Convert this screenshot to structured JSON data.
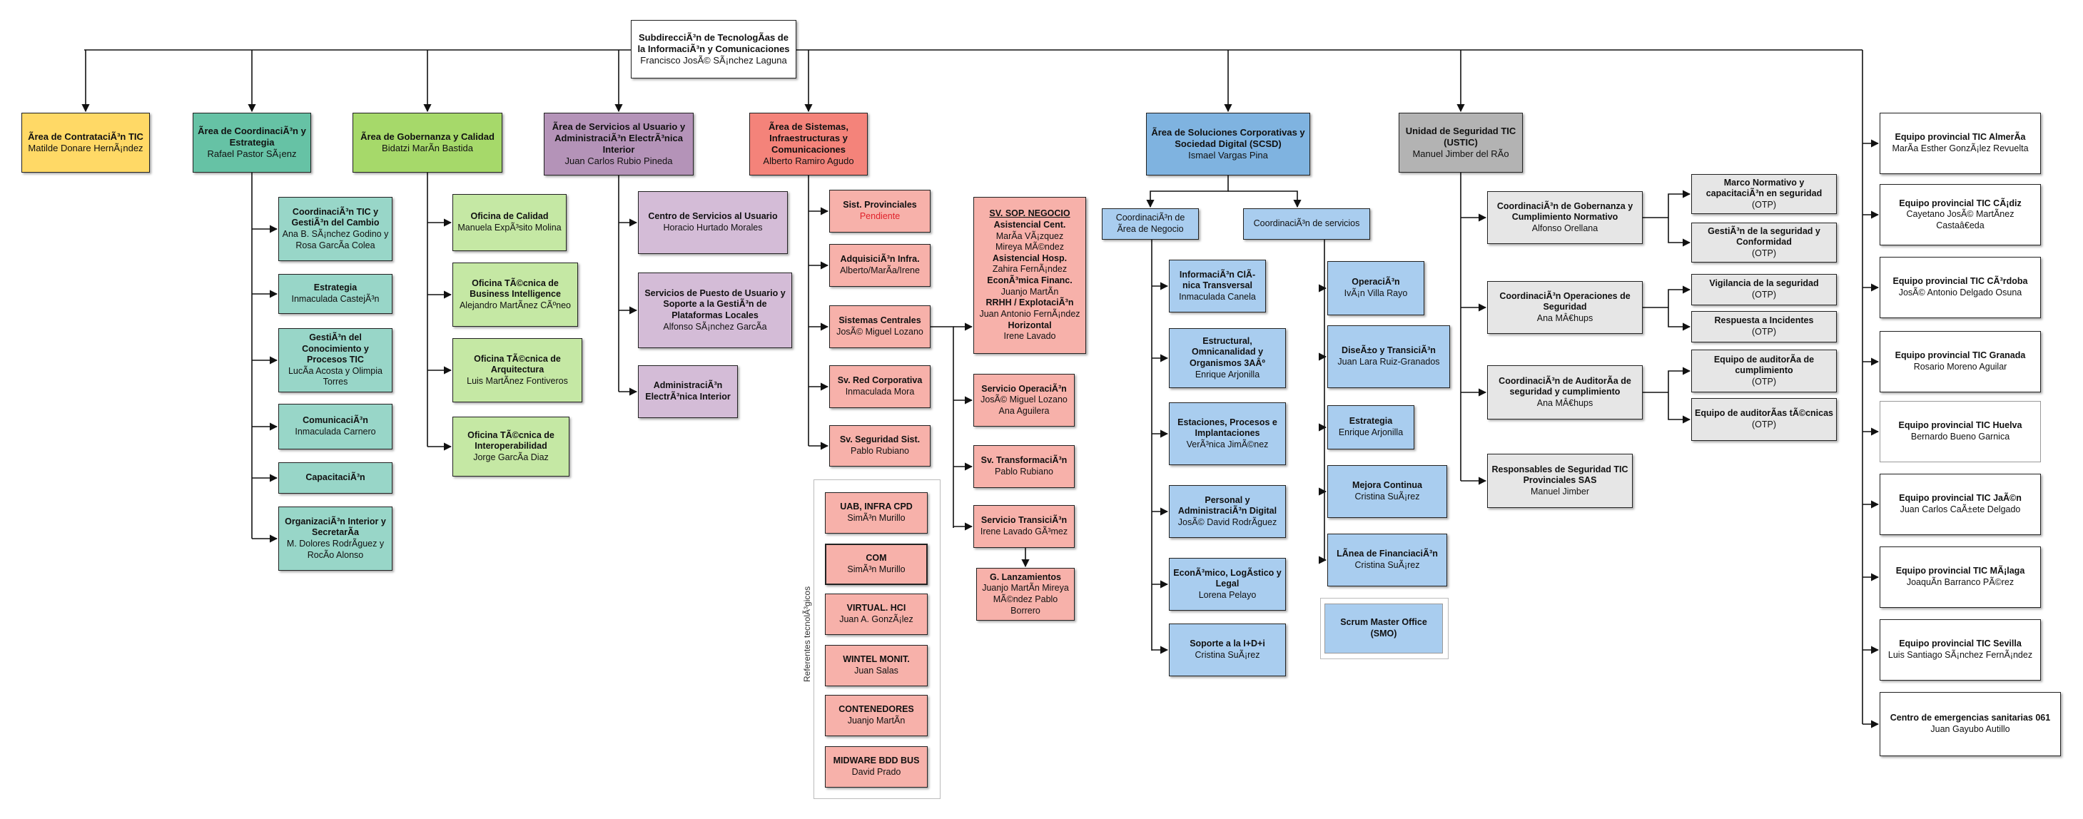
{
  "colors": {
    "yellow": "#ffd966",
    "teal": "#66c2a5",
    "teal_light": "#98d6c8",
    "green": "#a6d96a",
    "green_light": "#c5e8a4",
    "purple": "#b493b8",
    "purple_light": "#d4bcd7",
    "salmon": "#f4837a",
    "salmon_light": "#f7b1aa",
    "blue": "#7fb3e0",
    "blue_light": "#a9cdef",
    "grey": "#b3b3b3",
    "grey_light": "#e6e6e6"
  },
  "top": {
    "title": "SubdirecciÃ³n de TecnologÃ­as de la InformaciÃ³n y Comunicaciones",
    "person": "Francisco JosÃ© SÃ¡nchez Laguna"
  },
  "areas": {
    "contratacion": {
      "title": "Ãrea de ContrataciÃ³n TIC",
      "person": "Matilde Donare HernÃ¡ndez"
    },
    "coordinacion": {
      "title": "Ãrea de CoordinaciÃ³n y Estrategia",
      "person": "Rafael Pastor SÃ¡enz"
    },
    "gobernanza": {
      "title": "Ãrea de Gobernanza y Calidad",
      "person": "Bidatzi MarÃ­n Bastida"
    },
    "servicios_usuario": {
      "title": "Ãrea de Servicios al Usuario y AdministraciÃ³n ElectrÃ³nica Interior",
      "person": "Juan Carlos Rubio Pineda"
    },
    "sistemas": {
      "title": "Ãrea de Sistemas, Infraestructuras y Comunicaciones",
      "person": "Alberto Ramiro Agudo"
    },
    "soluciones": {
      "title": "Ãrea de Soluciones Corporativas y Sociedad Digital (SCSD)",
      "person": "Ismael Vargas Pina"
    },
    "seguridad": {
      "title": "Unidad de Seguridad TIC (USTIC)",
      "person": "Manuel Jimber del RÃ­o"
    }
  },
  "coordinacion_children": [
    {
      "title": "CoordinaciÃ³n TIC y GestiÃ³n del Cambio",
      "person": "Ana B. SÃ¡nchez Godino y Rosa GarcÃ­a Colea"
    },
    {
      "title": "Estrategia",
      "person": "Inmaculada CastejÃ³n"
    },
    {
      "title": "GestiÃ³n del Conocimiento y Procesos TIC",
      "person": "LucÃ­a Acosta y Olimpia Torres"
    },
    {
      "title": "ComunicaciÃ³n",
      "person": "Inmaculada Carnero"
    },
    {
      "title": "CapacitaciÃ³n",
      "person": ""
    },
    {
      "title": "OrganizaciÃ³n Interior y SecretarÃ­a",
      "person": "M. Dolores RodrÃ­guez y RocÃ­o Alonso"
    }
  ],
  "gobernanza_children": [
    {
      "title": "Oficina de Calidad",
      "person": "Manuela ExpÃ³sito Molina"
    },
    {
      "title": "Oficina TÃ©cnica de Business Intelligence",
      "person": "Alejandro MartÃ­nez CÃºneo"
    },
    {
      "title": "Oficina TÃ©cnica de Arquitectura",
      "person": "Luis MartÃ­nez Fontiveros"
    },
    {
      "title": "Oficina TÃ©cnica de Interoperabilidad",
      "person": "Jorge GarcÃ­a Diaz"
    }
  ],
  "servicios_children": [
    {
      "title": "Centro de Servicios al Usuario",
      "person": "Horacio Hurtado Morales"
    },
    {
      "title": "Servicios de Puesto de Usuario y Soporte a la GestiÃ³n de Plataformas Locales",
      "person": "Alfonso SÃ¡nchez GarcÃ­a"
    },
    {
      "title": "AdministraciÃ³n ElectrÃ³nica Interior",
      "person": ""
    }
  ],
  "sistemas_children": [
    {
      "title": "Sist. Provinciales",
      "person": "Pendiente"
    },
    {
      "title": "AdquisiciÃ³n Infra.",
      "person": "Alberto/MarÃ­a/Irene"
    },
    {
      "title": "Sistemas Centrales",
      "person": "JosÃ© Miguel Lozano"
    },
    {
      "title": "Sv. Red Corporativa",
      "person": "Inmaculada Mora"
    },
    {
      "title": "Sv. Seguridad Sist.",
      "person": "Pablo Rubiano"
    }
  ],
  "sop_negocio": {
    "header": "SV. SOP. NEGOCIO",
    "lines": [
      {
        "text": "Asistencial Cent.",
        "bold": true
      },
      {
        "text": "MarÃ­a VÃ¡zquez",
        "bold": false
      },
      {
        "text": "Mireya MÃ©ndez",
        "bold": false
      },
      {
        "text": "Asistencial Hosp.",
        "bold": true
      },
      {
        "text": "Zahira FernÃ¡ndez",
        "bold": false
      },
      {
        "text": "EconÃ³mica Financ.",
        "bold": true
      },
      {
        "text": "Juanjo MartÃ­n",
        "bold": false
      },
      {
        "text": "RRHH / ExplotaciÃ³n",
        "bold": true
      },
      {
        "text": "Juan Antonio FernÃ¡ndez",
        "bold": false
      },
      {
        "text": "Horizontal",
        "bold": true
      },
      {
        "text": "Irene Lavado",
        "bold": false
      }
    ]
  },
  "sistemas_right": [
    {
      "title": "Servicio OperaciÃ³n",
      "person": "JosÃ© Miguel Lozano Ana Aguilera"
    },
    {
      "title": "Sv. TransformaciÃ³n",
      "person": "Pablo Rubiano"
    },
    {
      "title": "Servicio TransiciÃ³n",
      "person": "Irene Lavado GÃ³mez"
    },
    {
      "title": "G. Lanzamientos",
      "person": "Juanjo MartÃ­n Mireya MÃ©ndez Pablo Borrero"
    }
  ],
  "referentes": {
    "label": "Referentes tecnolÃ³gicos",
    "items": [
      {
        "title": "UAB, INFRA CPD",
        "person": "SimÃ³n Murillo"
      },
      {
        "title": "COM",
        "person": "SimÃ³n Murillo"
      },
      {
        "title": "VIRTUAL. HCI",
        "person": "Juan A. GonzÃ¡lez"
      },
      {
        "title": "WINTEL MONIT.",
        "person": "Juan Salas"
      },
      {
        "title": "CONTENEDORES",
        "person": "Juanjo MartÃ­n"
      },
      {
        "title": "MIDWARE BDD BUS",
        "person": "David Prado"
      }
    ]
  },
  "coord_negocio": {
    "title": "CoordinaciÃ³n de Ãrea de Negocio"
  },
  "coord_servicios": {
    "title": "CoordinaciÃ³n de servicios"
  },
  "negocio_children": [
    {
      "title": "InformaciÃ³n ClÃ­nica Transversal",
      "person": "Inmaculada Canela"
    },
    {
      "title": "Estructural, Omnicanalidad y Organismos 3AÂº",
      "person": "Enrique Arjonilla"
    },
    {
      "title": "Estaciones, Procesos e Implantaciones",
      "person": "VerÃ³nica JimÃ©nez"
    },
    {
      "title": "Personal y AdministraciÃ³n Digital",
      "person": "JosÃ© David RodrÃ­guez"
    },
    {
      "title": "EconÃ³mico, LogÃ­stico y Legal",
      "person": "Lorena Pelayo"
    },
    {
      "title": "Soporte a la I+D+i",
      "person": "Cristina SuÃ¡rez"
    }
  ],
  "servicios_scsd_children": [
    {
      "title": "OperaciÃ³n",
      "person": "IvÃ¡n Villa Rayo"
    },
    {
      "title": "DiseÃ±o y TransiciÃ³n",
      "person": "Juan Lara Ruiz-Granados"
    },
    {
      "title": "Estrategia",
      "person": "Enrique Arjonilla"
    },
    {
      "title": "Mejora Continua",
      "person": "Cristina SuÃ¡rez"
    },
    {
      "title": "LÃ­nea de FinanciaciÃ³n",
      "person": "Cristina SuÃ¡rez"
    }
  ],
  "scrum": {
    "title": "Scrum Master Office (SMO)"
  },
  "seguridad_children": [
    {
      "title": "CoordinaciÃ³n de Gobernanza y Cumplimiento Normativo",
      "person": "Alfonso Orellana"
    },
    {
      "title": "CoordinaciÃ³n Operaciones de Seguridad",
      "person": "Ana MÂ€hups"
    },
    {
      "title": "CoordinaciÃ³n de AuditorÃ­a de seguridad y cumplimiento",
      "person": "Ana MÂ€hups"
    },
    {
      "title": "Responsables de Seguridad TIC Provinciales SAS",
      "person": "Manuel Jimber"
    }
  ],
  "otp_boxes": [
    {
      "title": "Marco Normativo y capacitaciÃ³n en seguridad",
      "person": "(OTP)"
    },
    {
      "title": "GestiÃ³n de la seguridad y Conformidad",
      "person": "(OTP)"
    },
    {
      "title": "Vigilancia de la seguridad",
      "person": "(OTP)"
    },
    {
      "title": "Respuesta a Incidentes",
      "person": "(OTP)"
    },
    {
      "title": "Equipo de auditorÃ­a de cumplimiento",
      "person": "(OTP)"
    },
    {
      "title": "Equipo de auditorÃ­as tÃ©cnicas",
      "person": "(OTP)"
    }
  ],
  "provincial": [
    {
      "title": "Equipo provincial TIC AlmerÃ­a",
      "person": "MarÃ­a Esther GonzÃ¡lez Revuelta"
    },
    {
      "title": "Equipo provincial TIC CÃ¡diz",
      "person": "Cayetano JosÃ© MartÃ­nez Castaâ€eda"
    },
    {
      "title": "Equipo provincial TIC CÃ³rdoba",
      "person": "JosÃ© Antonio Delgado Osuna"
    },
    {
      "title": "Equipo provincial TIC Granada",
      "person": "Rosario Moreno Aguilar"
    },
    {
      "title": "Equipo provincial TIC Huelva",
      "person": "Bernardo Bueno Garnica"
    },
    {
      "title": "Equipo provincial TIC JaÃ©n",
      "person": "Juan Carlos CaÃ±ete Delgado"
    },
    {
      "title": "Equipo provincial TIC MÃ¡laga",
      "person": "JoaquÃ­n Barranco PÃ©rez"
    },
    {
      "title": "Equipo provincial TIC Sevilla",
      "person": "Luis Santiago SÃ¡nchez FernÃ¡ndez"
    },
    {
      "title": "Centro de emergencias sanitarias 061",
      "person": "Juan Gayubo Autillo"
    }
  ]
}
